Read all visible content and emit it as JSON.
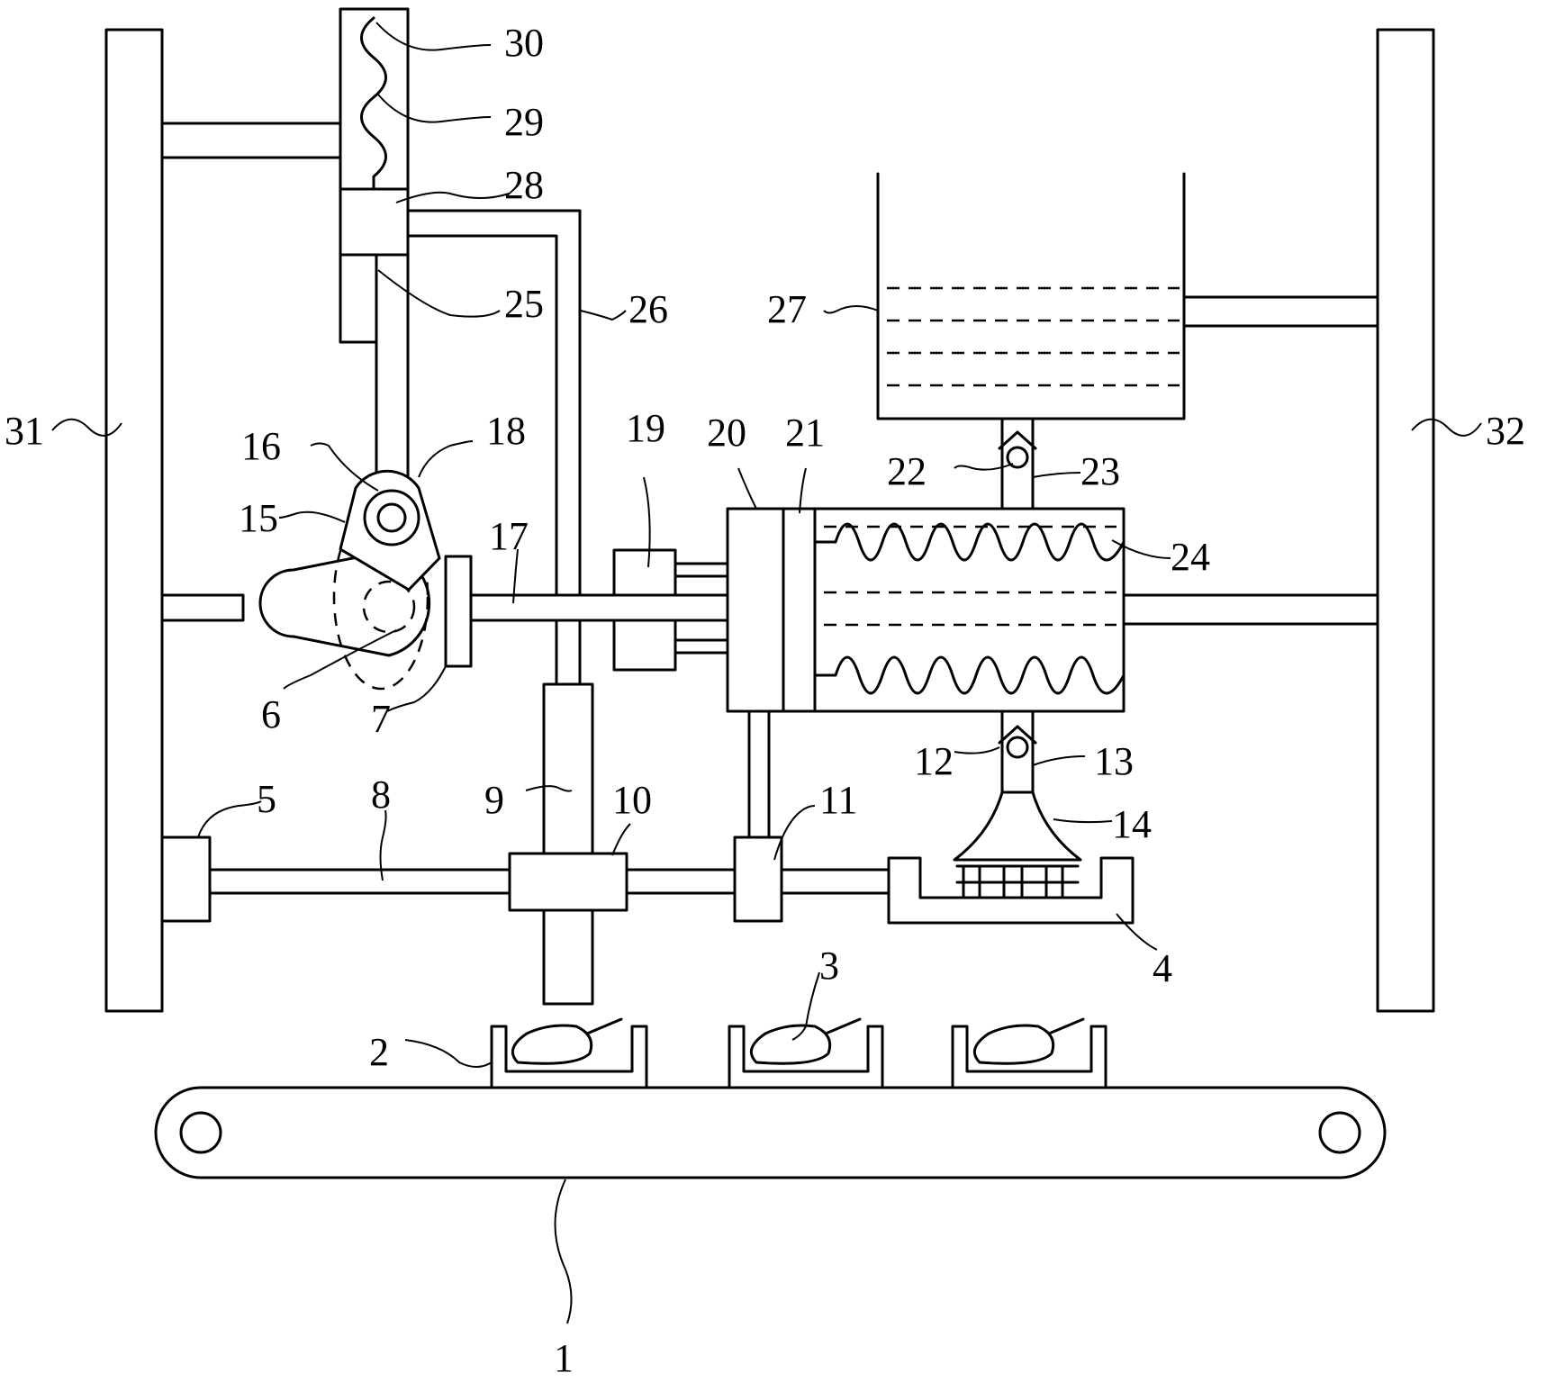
{
  "labels": {
    "l1": "1",
    "l2": "2",
    "l3": "3",
    "l4": "4",
    "l5": "5",
    "l6": "6",
    "l7": "7",
    "l8": "8",
    "l9": "9",
    "l10": "10",
    "l11": "11",
    "l12": "12",
    "l13": "13",
    "l14": "14",
    "l15": "15",
    "l16": "16",
    "l17": "17",
    "l18": "18",
    "l19": "19",
    "l20": "20",
    "l21": "21",
    "l22": "22",
    "l23": "23",
    "l24": "24",
    "l25": "25",
    "l26": "26",
    "l27": "27",
    "l28": "28",
    "l29": "29",
    "l30": "30",
    "l31": "31",
    "l32": "32"
  }
}
